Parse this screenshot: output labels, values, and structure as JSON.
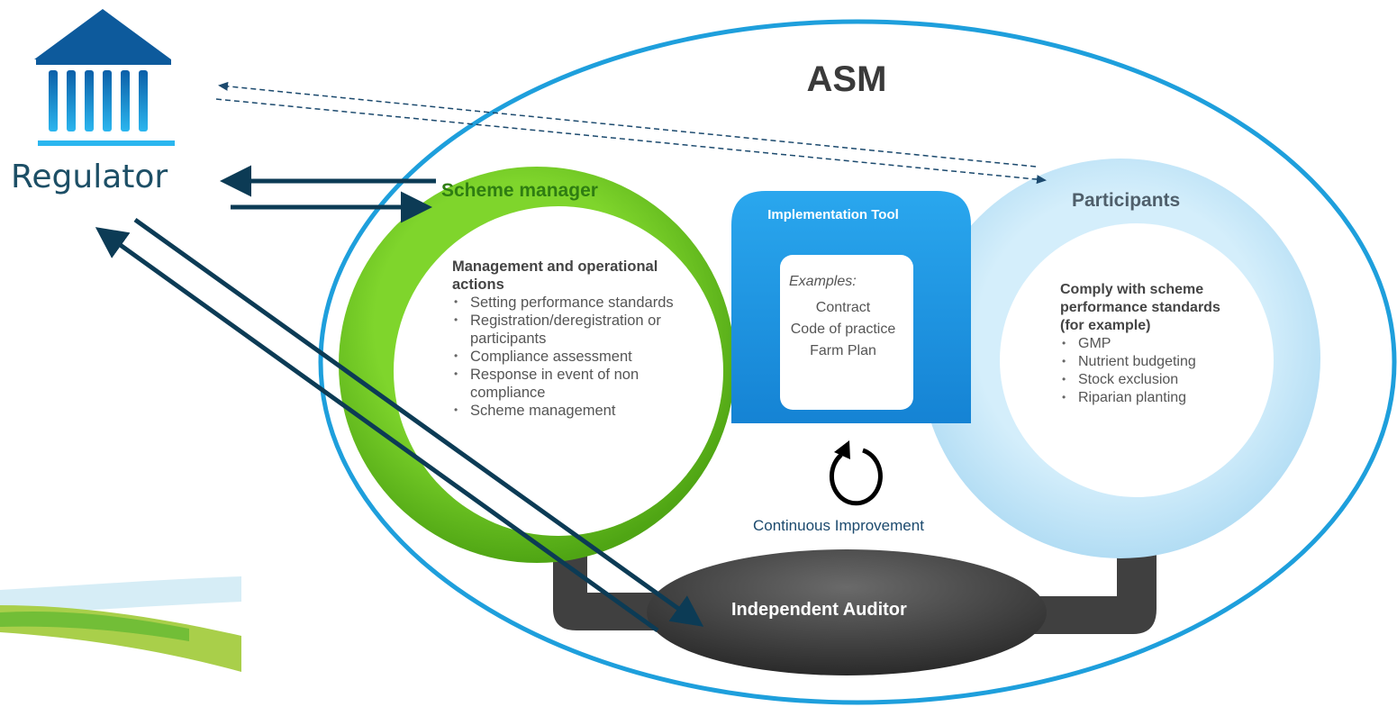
{
  "regulator": {
    "label": "Regulator",
    "icon": "government-building-icon"
  },
  "asm": {
    "title": "ASM"
  },
  "scheme_manager": {
    "title": "Scheme manager",
    "heading": "Management and operational actions",
    "items": [
      "Setting performance standards",
      "Registration/deregistration or participants",
      "Compliance assessment",
      "Response in event of non compliance",
      "Scheme management"
    ]
  },
  "implementation_tool": {
    "title": "Implementation Tool",
    "examples_label": "Examples:",
    "examples": [
      "Contract",
      "Code of practice",
      "Farm Plan"
    ]
  },
  "participants": {
    "title": "Participants",
    "heading": "Comply with scheme performance standards (for example)",
    "items": [
      "GMP",
      "Nutrient budgeting",
      "Stock exclusion",
      "Riparian planting"
    ]
  },
  "continuous_improvement": {
    "label": "Continuous Improvement",
    "icon": "cycle-arrow-icon"
  },
  "auditor": {
    "label": "Independent Auditor"
  },
  "colors": {
    "asm_border": "#1e9fdc",
    "scheme_green": "#6cc51f",
    "tool_blue": "#1a95e3",
    "participants_blue": "#c4e6f8",
    "auditor_dark": "#3b3b3b",
    "regulator_navy": "#0c3b55"
  }
}
